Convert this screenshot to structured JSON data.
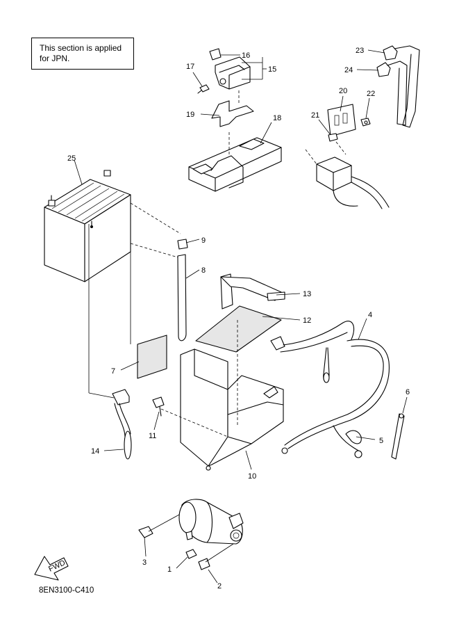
{
  "note": {
    "line1": "This section is applied",
    "line2": "for JPN."
  },
  "drawing_code": "8EN3100-C410",
  "fwd_label": "FWD",
  "callouts": [
    "1",
    "2",
    "3",
    "4",
    "5",
    "6",
    "7",
    "8",
    "9",
    "10",
    "11",
    "12",
    "13",
    "14",
    "15",
    "16",
    "17",
    "18",
    "19",
    "20",
    "21",
    "22",
    "23",
    "24",
    "25"
  ]
}
